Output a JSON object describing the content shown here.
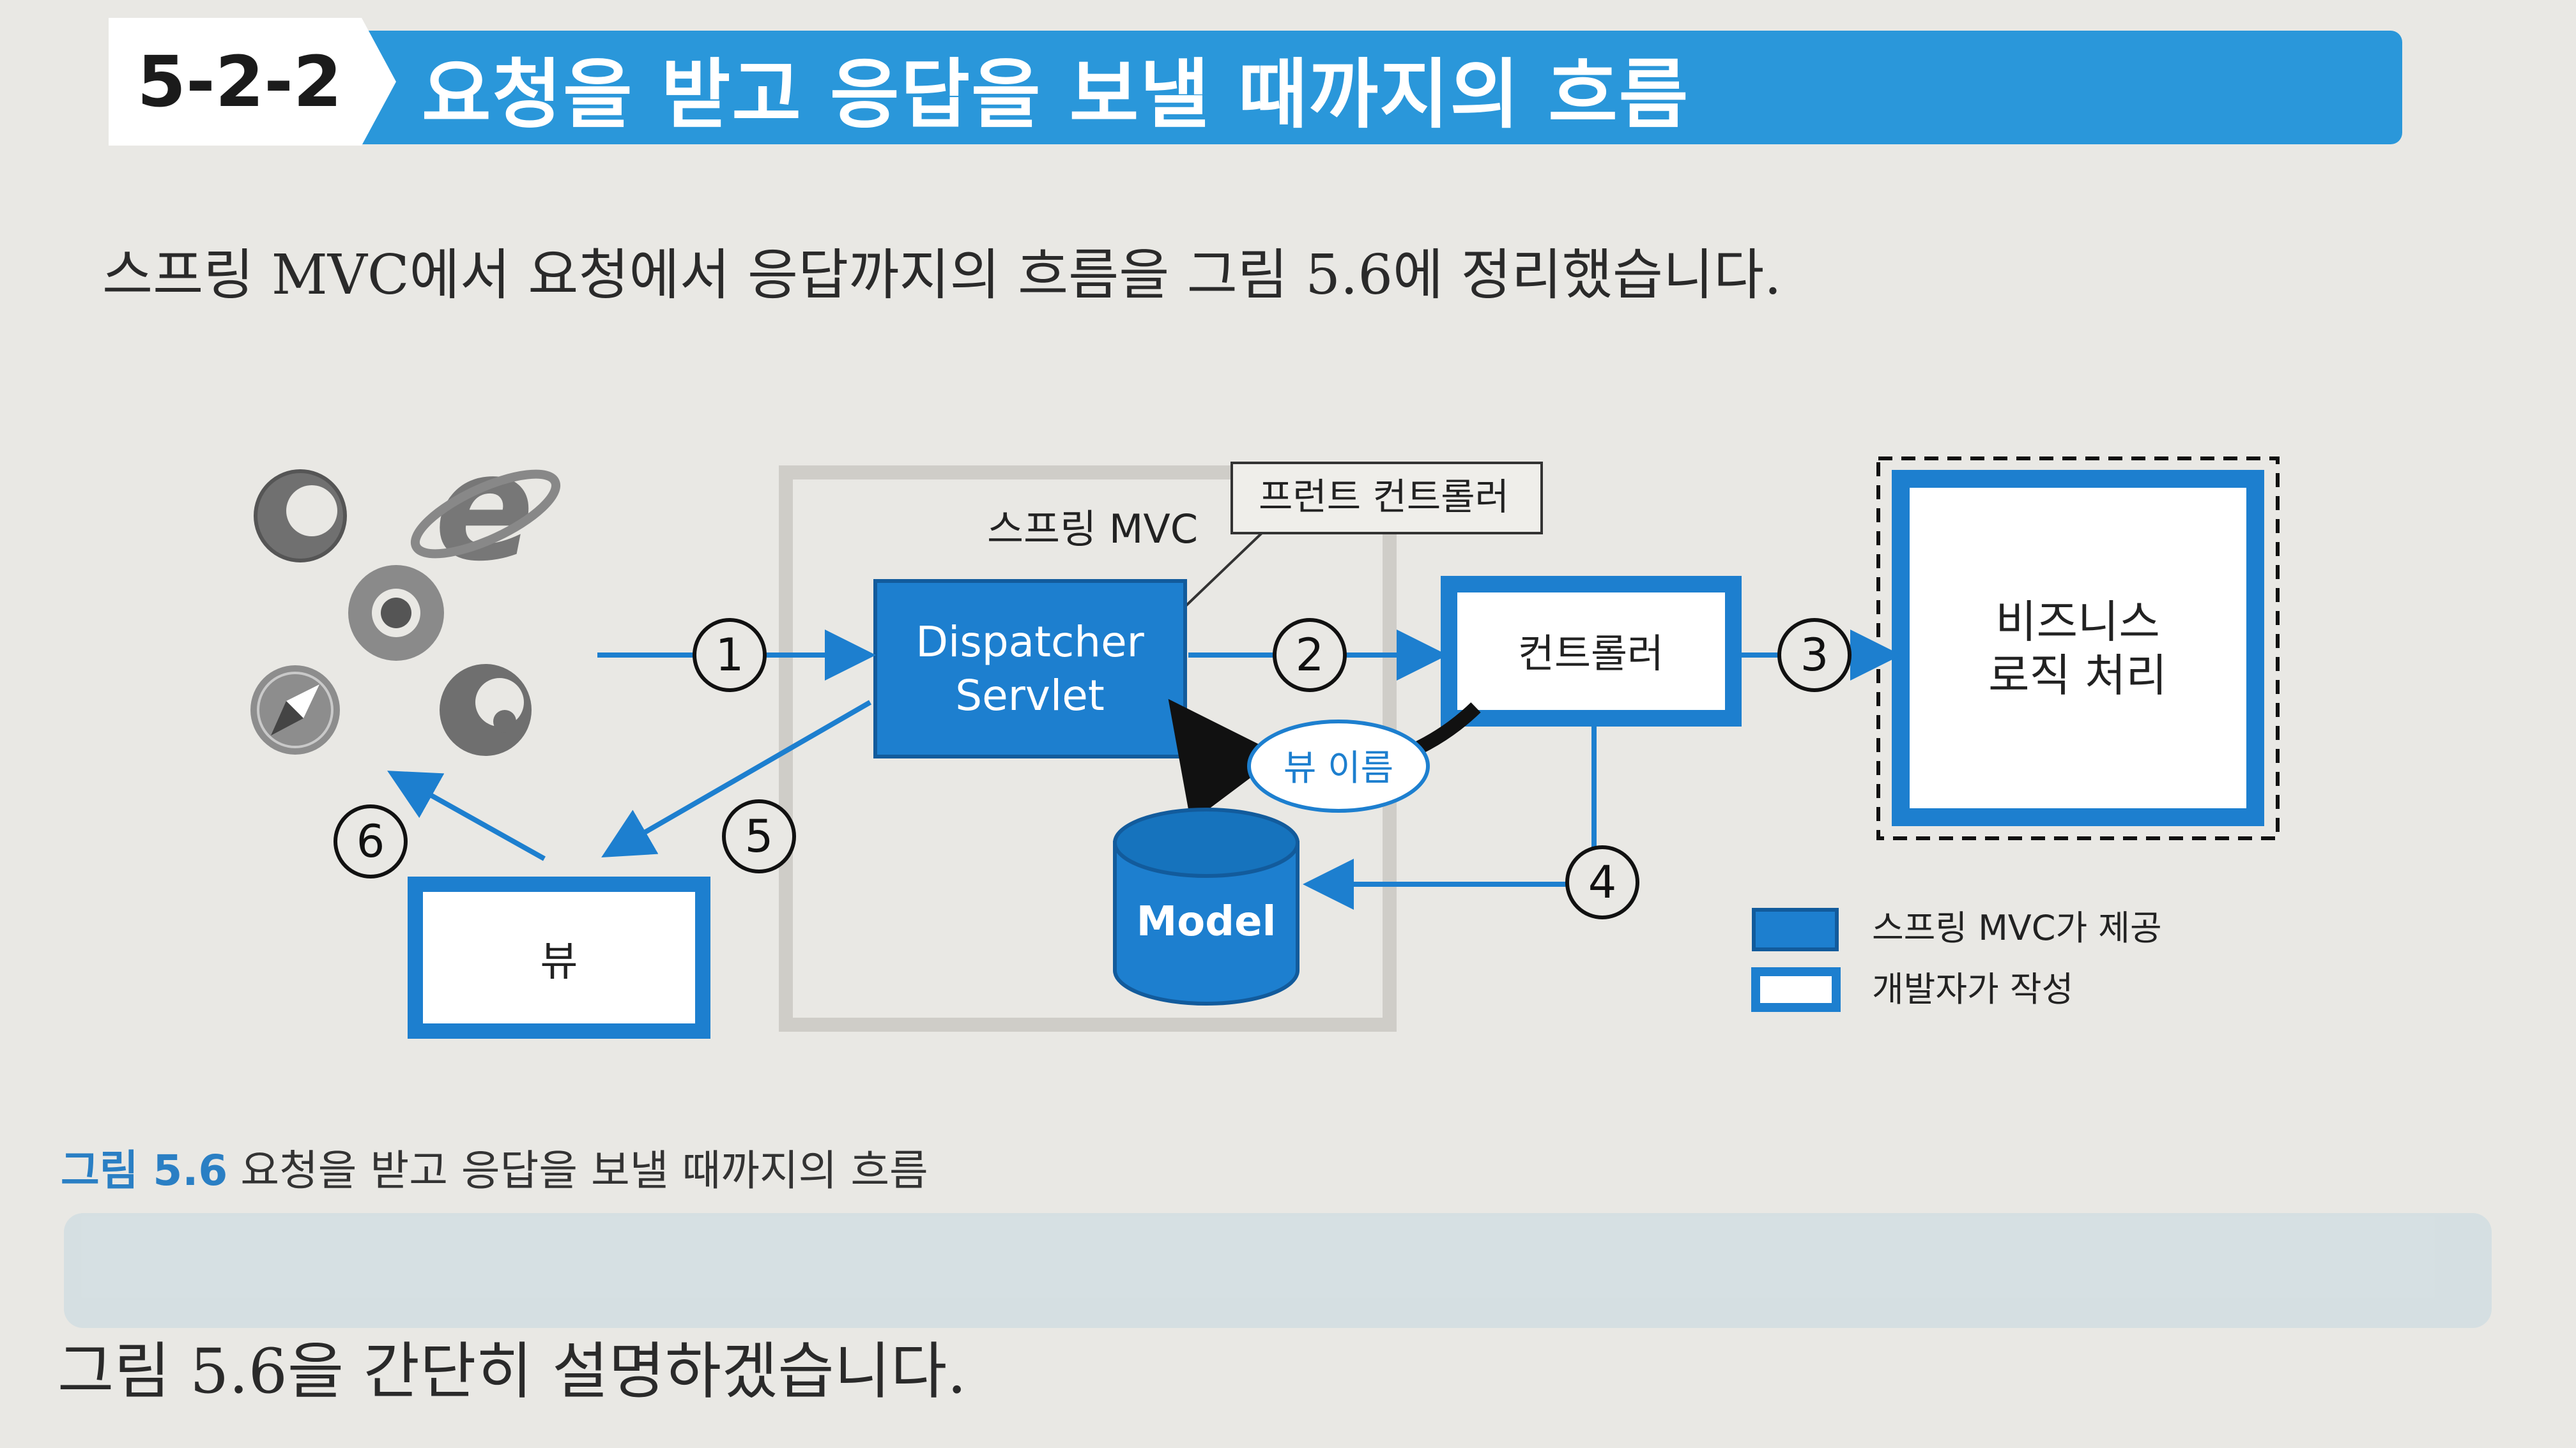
{
  "section": {
    "number": "5-2-2",
    "title": "요청을 받고 응답을 보낼 때까지의 흐름"
  },
  "intro_text": "스프링 MVC에서 요청에서 응답까지의 흐름을 그림 5.6에 정리했습니다.",
  "figure": {
    "spring_mvc_label": "스프링 MVC",
    "front_controller_label": "프런트 컨트롤러",
    "dispatcher_line1": "Dispatcher",
    "dispatcher_line2": "Servlet",
    "controller_label": "컨트롤러",
    "business_line1": "비즈니스",
    "business_line2": "로직 처리",
    "view_name_label": "뷰 이름",
    "model_label": "Model",
    "view_label": "뷰",
    "steps": [
      "1",
      "2",
      "3",
      "4",
      "5",
      "6"
    ],
    "legend": [
      {
        "label": "스프링 MVC가 제공",
        "style": "filled"
      },
      {
        "label": "개발자가 작성",
        "style": "outline"
      }
    ],
    "colors": {
      "primary_blue": "#1d7fcf",
      "dark_blue": "#125b9c",
      "frame_gray": "#cfcdc8"
    }
  },
  "caption": {
    "figure_number": "그림 5.6",
    "text": "요청을 받고 응답을 보낼 때까지의 흐름"
  },
  "body_text": "그림 5.6을 간단히 설명하겠습니다."
}
